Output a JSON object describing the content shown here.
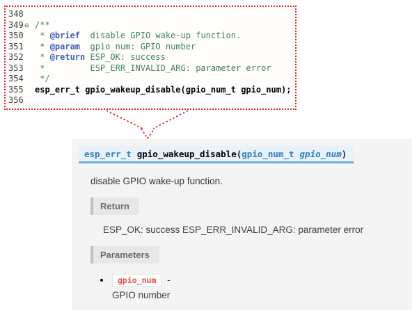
{
  "colors": {
    "red_border": "#e02020",
    "comment_green": "#3f7f5f",
    "tag_blue": "#3f5fbf",
    "accent_blue": "#2980b9",
    "sig_bg": "#e7f2fa",
    "sig_underline": "#6ab0de",
    "panel_bg": "#f4f4f4",
    "rubric_bg": "#e7e7e7",
    "code_red": "#e74c3c"
  },
  "editor": {
    "lines": [
      {
        "num": "348"
      },
      {
        "num": "349",
        "fold": "⊖",
        "c1": "/**"
      },
      {
        "num": "350",
        "c1": " * ",
        "tag": "@brief",
        "c2": "  disable GPIO wake-up function."
      },
      {
        "num": "351",
        "c1": " * ",
        "tag": "@param",
        "c2": "  gpio_num: GPIO number"
      },
      {
        "num": "352",
        "c1": " * ",
        "tag": "@return",
        "c2": " ESP_OK: success"
      },
      {
        "num": "353",
        "c1": " *         ESP_ERR_INVALID_ARG: parameter error"
      },
      {
        "num": "354",
        "c1": " */"
      },
      {
        "num": "355",
        "code": "esp_err_t gpio_wakeup_disable(gpio_num_t gpio_num);"
      },
      {
        "num": "356"
      }
    ]
  },
  "doc": {
    "signature": {
      "return_type": "esp_err_t",
      "name": "gpio_wakeup_disable",
      "paren_open": "(",
      "param_type": "gpio_num_t",
      "param_name": "gpio_num",
      "paren_close": ")"
    },
    "description": "disable GPIO wake-up function.",
    "return_label": "Return",
    "return_text": "ESP_OK: success ESP_ERR_INVALID_ARG: parameter error",
    "parameters_label": "Parameters",
    "param": {
      "name": "gpio_num",
      "dash": "-",
      "desc": "GPIO number"
    }
  }
}
